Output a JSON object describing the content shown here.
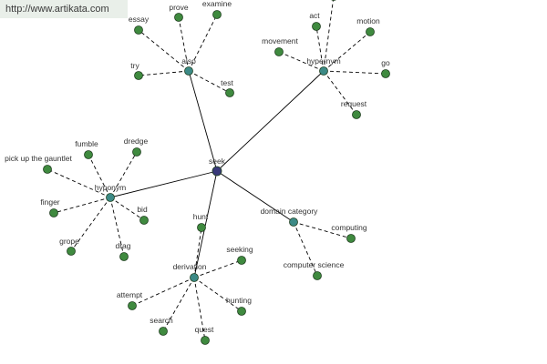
{
  "watermark": {
    "text": "http://www.artikata.com"
  },
  "colors": {
    "center_node": "#39397a",
    "hub_node": "#3c8a86",
    "leaf_node": "#3f8a3f",
    "edge": "#000000"
  },
  "graph": {
    "center": {
      "id": "seek",
      "label": "seek"
    },
    "hubs": [
      {
        "id": "also",
        "label": "also",
        "leaves": [
          {
            "id": "essay",
            "label": "essay"
          },
          {
            "id": "prove",
            "label": "prove"
          },
          {
            "id": "examine",
            "label": "examine"
          },
          {
            "id": "try",
            "label": "try"
          },
          {
            "id": "test",
            "label": "test"
          }
        ]
      },
      {
        "id": "hypernym-1",
        "label": "hypernym",
        "leaves": [
          {
            "id": "act",
            "label": "act"
          },
          {
            "id": "motion",
            "label": "motion"
          },
          {
            "id": "movement",
            "label": "movement"
          },
          {
            "id": "go",
            "label": "go"
          },
          {
            "id": "request",
            "label": "request"
          },
          {
            "id": "offscreen-top",
            "label": ""
          }
        ]
      },
      {
        "id": "hyponym",
        "label": "hyponym",
        "leaves": [
          {
            "id": "pick-up-the-gauntlet",
            "label": "pick up the gauntlet"
          },
          {
            "id": "fumble",
            "label": "fumble"
          },
          {
            "id": "dredge",
            "label": "dredge"
          },
          {
            "id": "finger",
            "label": "finger"
          },
          {
            "id": "bid",
            "label": "bid"
          },
          {
            "id": "grope",
            "label": "grope"
          },
          {
            "id": "drag",
            "label": "drag"
          }
        ]
      },
      {
        "id": "domain-category",
        "label": "domain category",
        "leaves": [
          {
            "id": "computing",
            "label": "computing"
          },
          {
            "id": "computer-science",
            "label": "computer science"
          }
        ]
      },
      {
        "id": "derivation",
        "label": "derivation",
        "leaves": [
          {
            "id": "hunt",
            "label": "hunt"
          },
          {
            "id": "seeking",
            "label": "seeking"
          },
          {
            "id": "attempt",
            "label": "attempt"
          },
          {
            "id": "hunting",
            "label": "hunting"
          },
          {
            "id": "search",
            "label": "search"
          },
          {
            "id": "quest",
            "label": "quest"
          }
        ]
      }
    ]
  }
}
